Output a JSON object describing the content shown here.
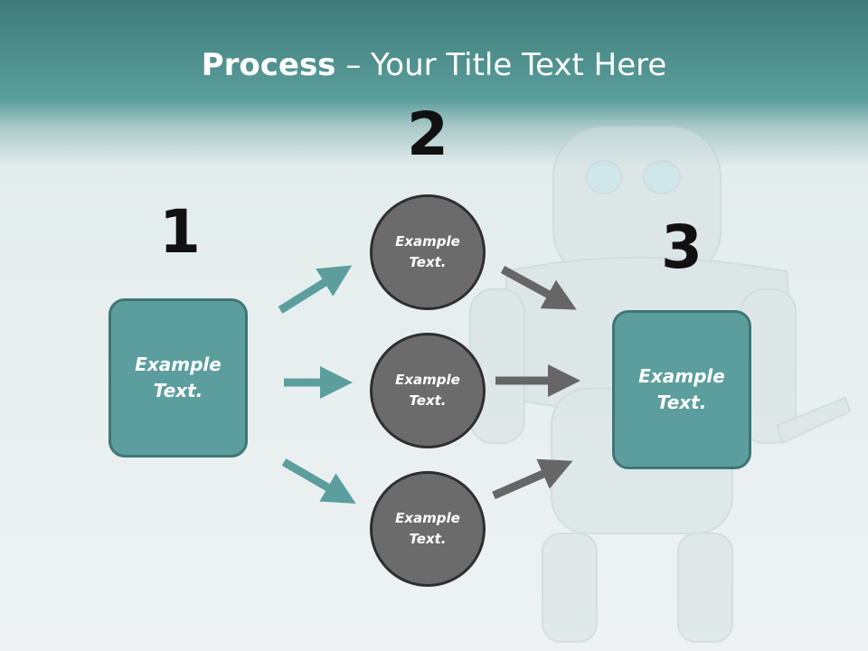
{
  "slide": {
    "title_bold": "Process",
    "title_rest": " – Your Title Text Here"
  },
  "steps": {
    "step1": {
      "number": "1",
      "text": "Example\nText."
    },
    "step2": {
      "number": "2",
      "circles": [
        "Example\nText.",
        "Example\nText.",
        "Example\nText."
      ]
    },
    "step3": {
      "number": "3",
      "text": "Example\nText."
    }
  },
  "colors": {
    "teal_box": "#5b9e9d",
    "gray_circle": "#6b6b6b",
    "teal_arrow": "#5b9e9d",
    "gray_arrow": "#666666"
  }
}
